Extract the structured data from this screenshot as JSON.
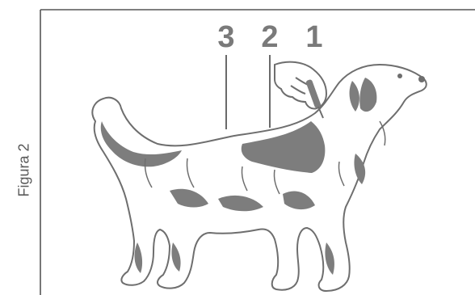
{
  "figure": {
    "label": "Figura 2",
    "marker_numbers": [
      "3",
      "2",
      "1"
    ],
    "colors": {
      "frame": "#555555",
      "dog_fill": "#7d7d7d",
      "numbers": "#7a7a7a",
      "label": "#5a5a5a"
    },
    "icons": [
      "dog-illustration",
      "hand-icon",
      "pipette-icon"
    ]
  }
}
